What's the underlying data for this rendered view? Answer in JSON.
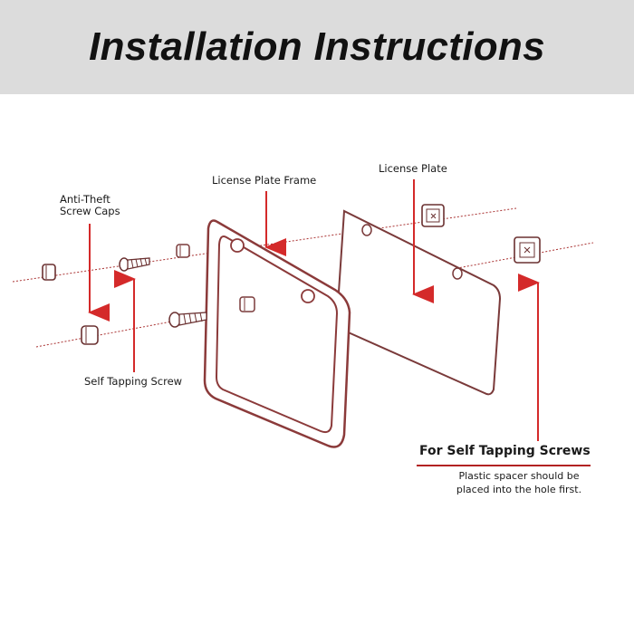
{
  "title": "Installation Instructions",
  "labels": {
    "screw_caps_line1": "Anti-Theft",
    "screw_caps_line2": "Screw Caps",
    "frame": "License Plate Frame",
    "plate": "License Plate",
    "screw": "Self Tapping Screw"
  },
  "note": {
    "title": "For Self Tapping Screws",
    "body_line1": "Plastic spacer should be",
    "body_line2": "placed into the hole first."
  },
  "colors": {
    "header_bg": "#dcdcdc",
    "accent_red": "#d42a2a",
    "outline_dark": "#5a3030"
  }
}
